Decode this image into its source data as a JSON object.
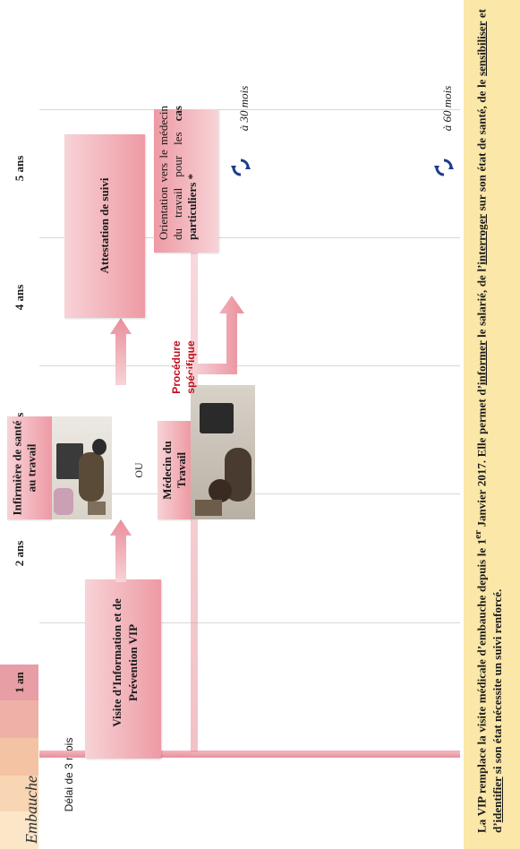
{
  "timeline": {
    "start_label": "Embauche",
    "first_delay": "Délai de 3 mois",
    "years": [
      "1 an",
      "2 ans",
      "3 ans",
      "4 ans",
      "5 ans"
    ]
  },
  "boxes": {
    "vip": "Visite d’Information et de Prévention VIP",
    "infirmiere": "Infirmière de santé au travail",
    "or_text": "OU",
    "medecin": "Médecin du Travail",
    "procedure_line1": "Procédure",
    "procedure_line2": "spécifique",
    "attestation": "Attestation de suivi",
    "orientation_part1": "Orientation vers le médecin du travail pour les",
    "orientation_bold": "cas particuliers",
    "orientation_star": "*"
  },
  "cycles": {
    "first": "à 30 mois",
    "second": "à 60 mois"
  },
  "note": {
    "p1": "La VIP remplace la visite médicale d’embauche depuis le 1",
    "sup": "er",
    "p2": " Janvier 2017. Elle permet d’",
    "w_informer": "informer",
    "p3": " le salarié, de l’",
    "w_interroger": "interroger",
    "p4": " sur son état de santé, de le ",
    "w_sensibiliser": "sensibiliser",
    "p5": " et d’",
    "w_identifier": "identifier",
    "p6": " si son état nécessite un suivi renforcé."
  },
  "colors": {
    "pink_box": "#ee9aa4",
    "timeline_dark": "#e7a0a6",
    "timeline_light": "#fbe6c8",
    "note_bg": "#fbe7a8",
    "cycle_icon": "#1f3b8c",
    "procedure_text": "#c0101e"
  }
}
